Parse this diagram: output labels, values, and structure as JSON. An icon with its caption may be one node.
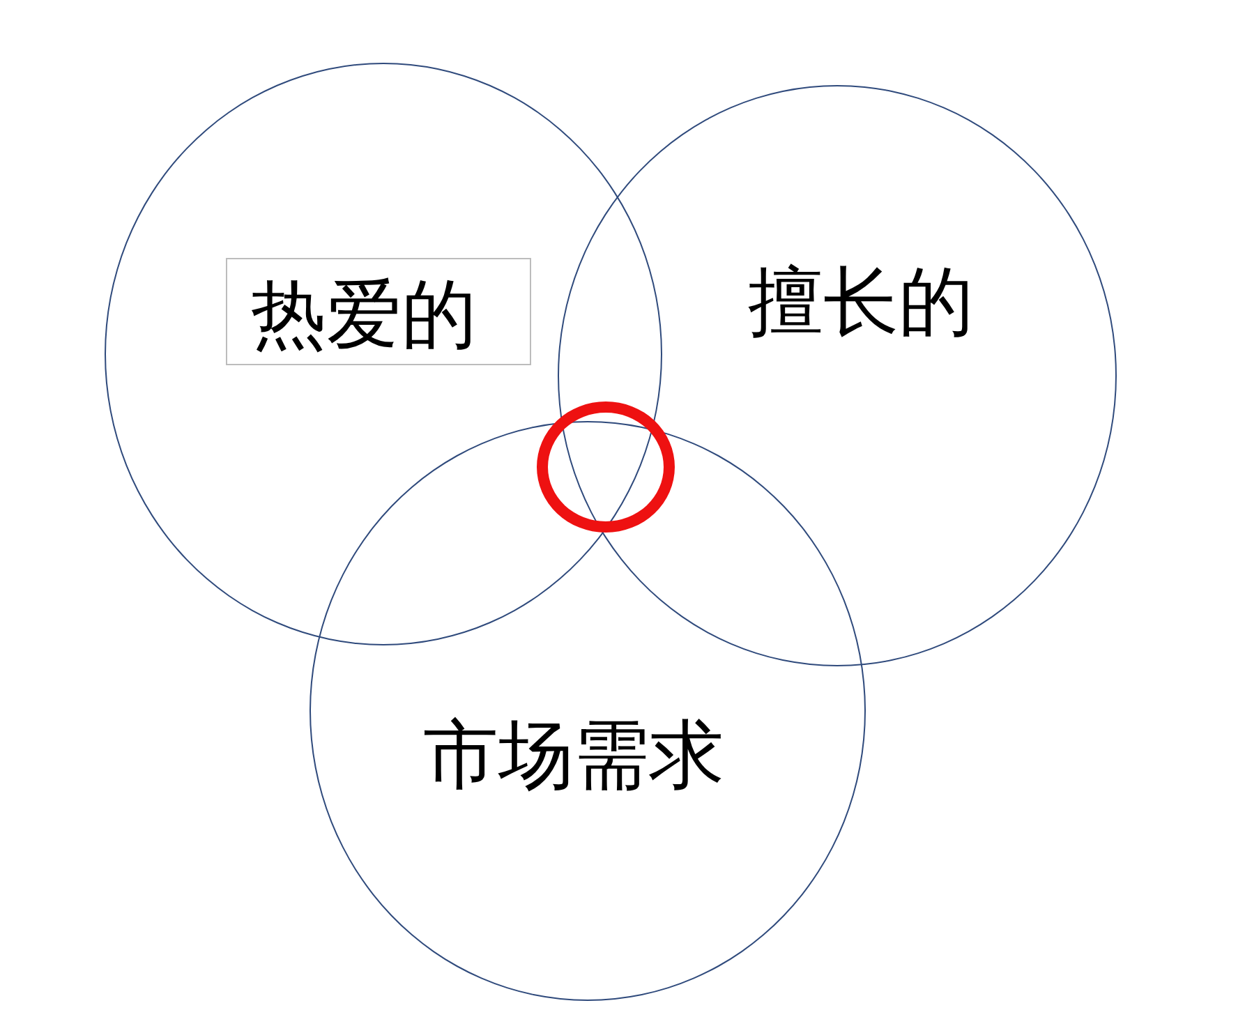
{
  "diagram": {
    "nodes": [
      {
        "text": [],
        "shape": "circle"
      },
      {
        "text": [
          "热爱的"
        ],
        "in": 0
      },
      {
        "text": [
          "擅长的"
        ]
      },
      {
        "text": [
          "市场需求"
        ]
      },
      {
        "text": [],
        "shape": "circle"
      }
    ]
  }
}
